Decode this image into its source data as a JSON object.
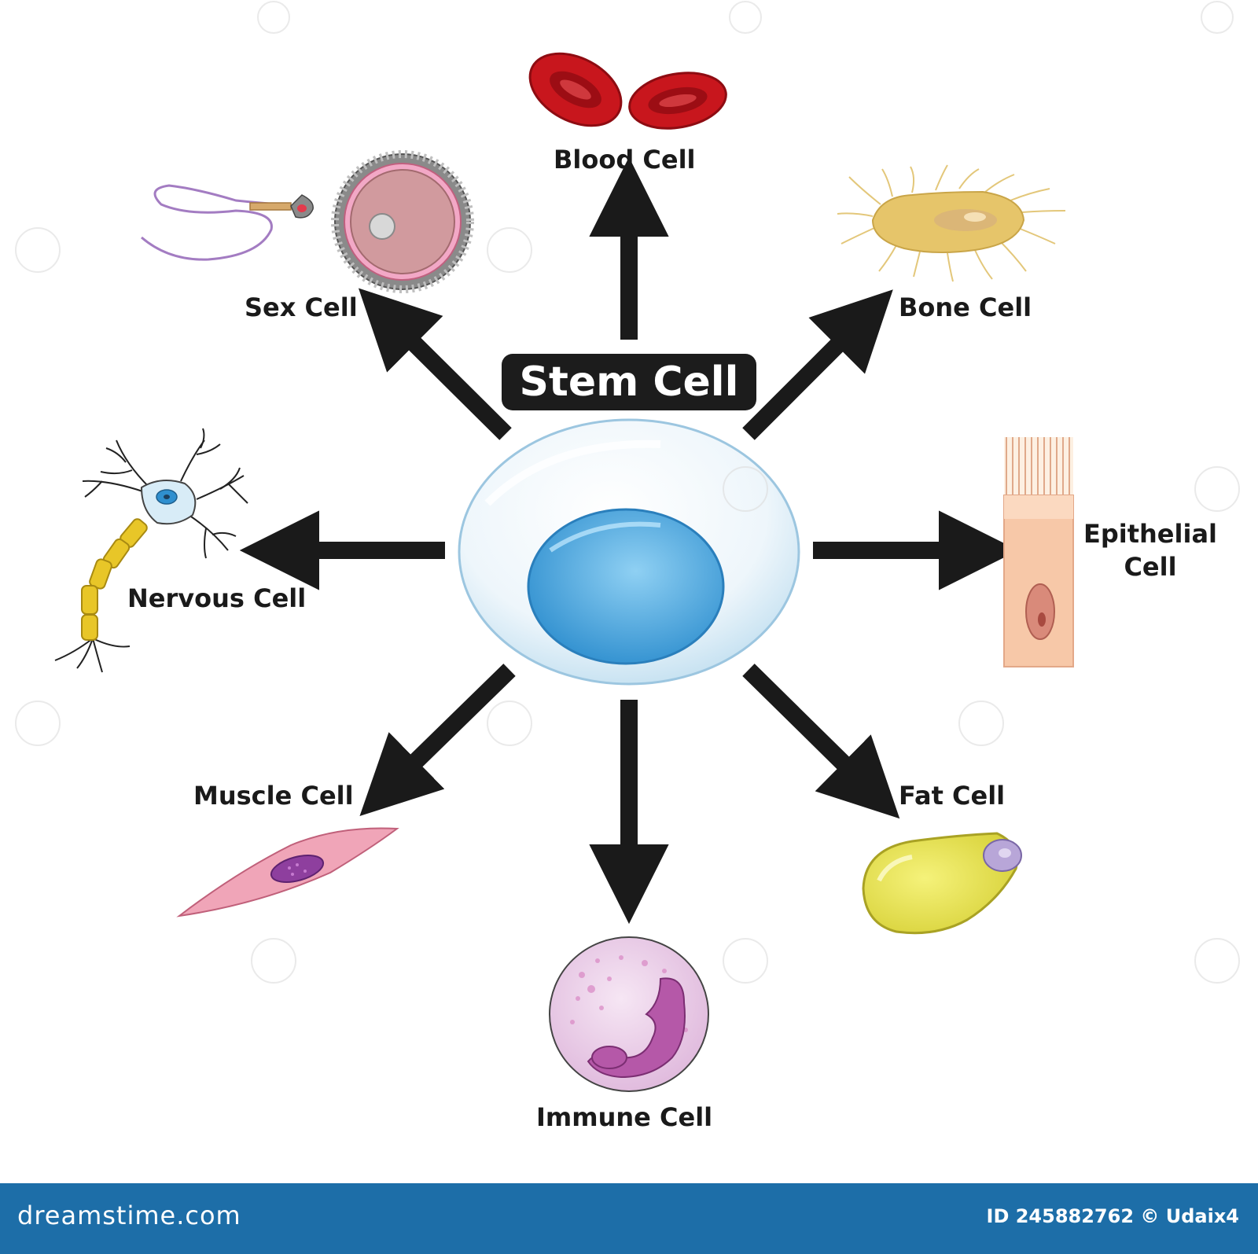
{
  "center_label": "Stem Cell",
  "cells": [
    {
      "id": "blood",
      "label": "Blood Cell",
      "color": "#c8161d"
    },
    {
      "id": "sex",
      "label": "Sex Cell",
      "color": "#d99aa0"
    },
    {
      "id": "bone",
      "label": "Bone Cell",
      "color": "#e6c56a"
    },
    {
      "id": "epithelial",
      "label_line1": "Epithelial",
      "label_line2": "Cell",
      "color": "#f7c8a8"
    },
    {
      "id": "nervous",
      "label": "Nervous Cell",
      "color": "#e8c628"
    },
    {
      "id": "muscle",
      "label": "Muscle Cell",
      "color": "#f0a5b8"
    },
    {
      "id": "fat",
      "label": "Fat Cell",
      "color": "#e6e25a"
    },
    {
      "id": "immune",
      "label": "Immune Cell",
      "color": "#d99fcf"
    }
  ],
  "footer": {
    "logo_text": "dreamstime.com",
    "credit": "ID 245882762 © Udaix4",
    "background": "#1d6ea8"
  }
}
